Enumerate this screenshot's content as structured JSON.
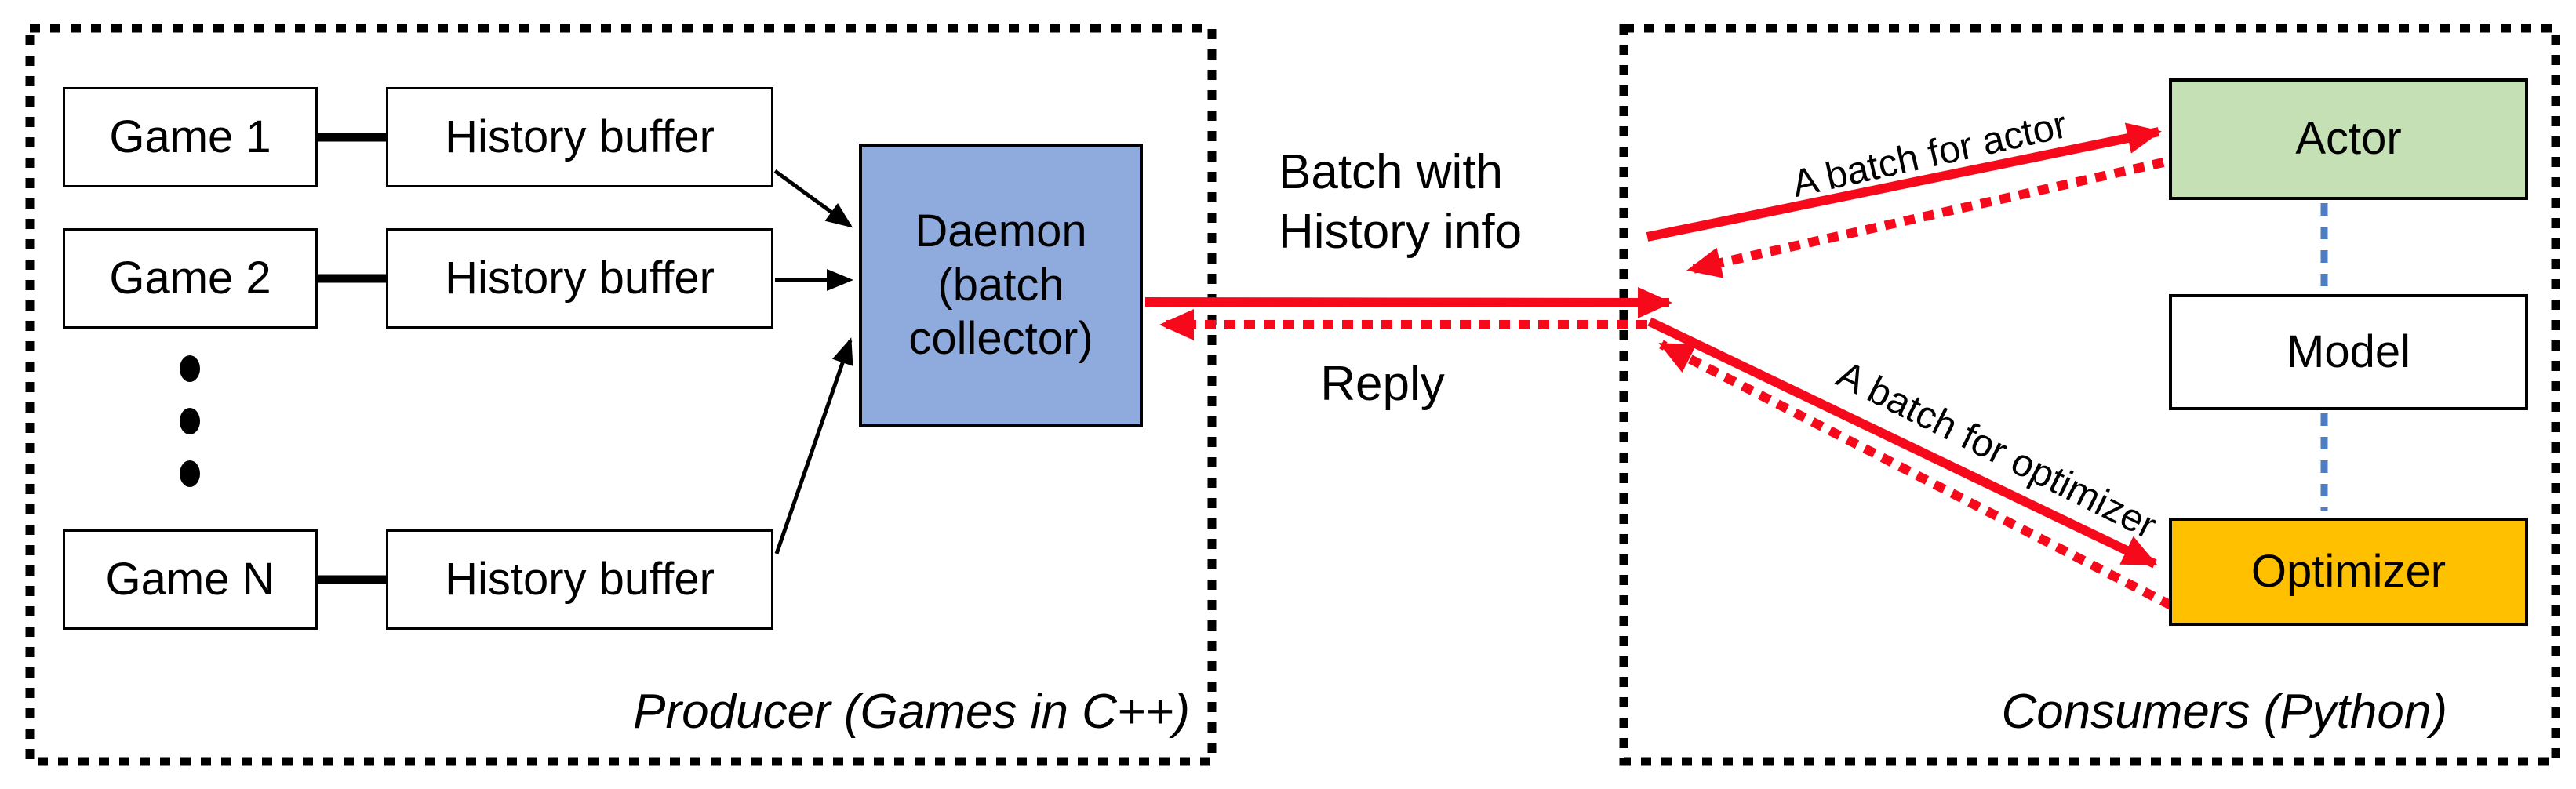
{
  "title": "Producer-consumer batch collection architecture diagram",
  "colors": {
    "red_arrow": "#f5091b",
    "daemon_blue": "#8faadc",
    "actor_green": "#c5e0b4",
    "optimizer_gold": "#ffc000",
    "model_link_blue": "#4e7dc5",
    "line_black": "#000000"
  },
  "producer": {
    "region_label": "Producer (Games in C++)",
    "rows": [
      {
        "game": "Game 1",
        "buffer": "History buffer"
      },
      {
        "game": "Game 2",
        "buffer": "History buffer"
      },
      {
        "game": "Game N",
        "buffer": "History buffer"
      }
    ],
    "ellipsis": "more games (vertical dots)",
    "daemon": {
      "line1": "Daemon",
      "line2": "(batch",
      "line3": "collector)"
    }
  },
  "flow": {
    "request_line1": "Batch with",
    "request_line2": "History info",
    "reply_label": "Reply",
    "actor_batch_label": "A batch for actor",
    "optimizer_batch_label": "A batch for optimizer"
  },
  "consumers": {
    "region_label": "Consumers (Python)",
    "actor_label": "Actor",
    "model_label": "Model",
    "optimizer_label": "Optimizer"
  }
}
